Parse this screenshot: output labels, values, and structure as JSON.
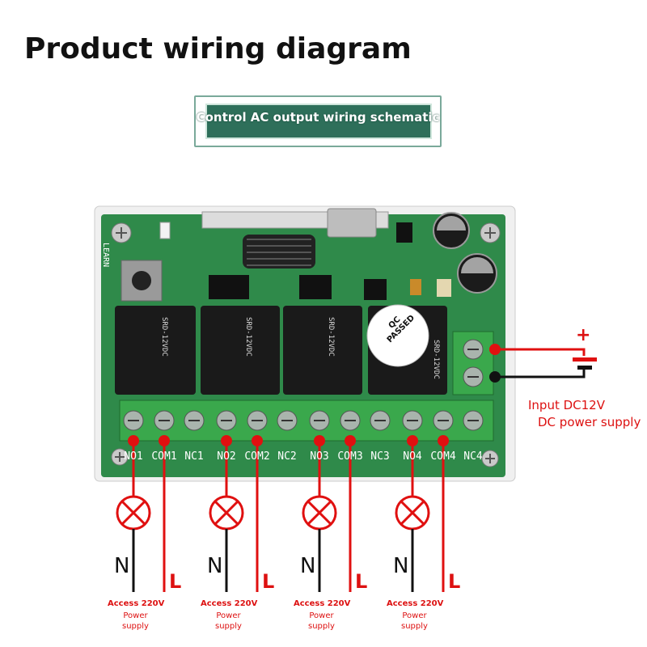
{
  "header": {
    "title": "Product wiring diagram"
  },
  "banner": {
    "text": "Control AC output wiring schematic"
  },
  "board": {
    "learn_label": "LEARN",
    "qc_label": "QC PASSED",
    "relays": [
      {
        "label": "SRD-12VDC"
      },
      {
        "label": "SRD-12VDC"
      },
      {
        "label": "SRD-12VDC"
      },
      {
        "label": "SRD-12VDC"
      }
    ],
    "terminals": [
      "NO1",
      "COM1",
      "NC1",
      "NO2",
      "COM2",
      "NC2",
      "NO3",
      "COM3",
      "NC3",
      "NO4",
      "COM4",
      "NC4"
    ]
  },
  "dc_input": {
    "plus": "+",
    "line1": "Input DC12V",
    "line2": "DC power supply"
  },
  "loads": [
    {
      "n": "N",
      "l": "L",
      "access": "Access 220V",
      "power": "Power\nsupply"
    },
    {
      "n": "N",
      "l": "L",
      "access": "Access 220V",
      "power": "Power\nsupply"
    },
    {
      "n": "N",
      "l": "L",
      "access": "Access 220V",
      "power": "Power\nsupply"
    },
    {
      "n": "N",
      "l": "L",
      "access": "Access 220V",
      "power": "Power\nsupply"
    }
  ],
  "colors": {
    "wire": "#e01010",
    "board": "#2f8a4a",
    "terminal": "#3aa84c",
    "relay": "#1a1a1a"
  }
}
